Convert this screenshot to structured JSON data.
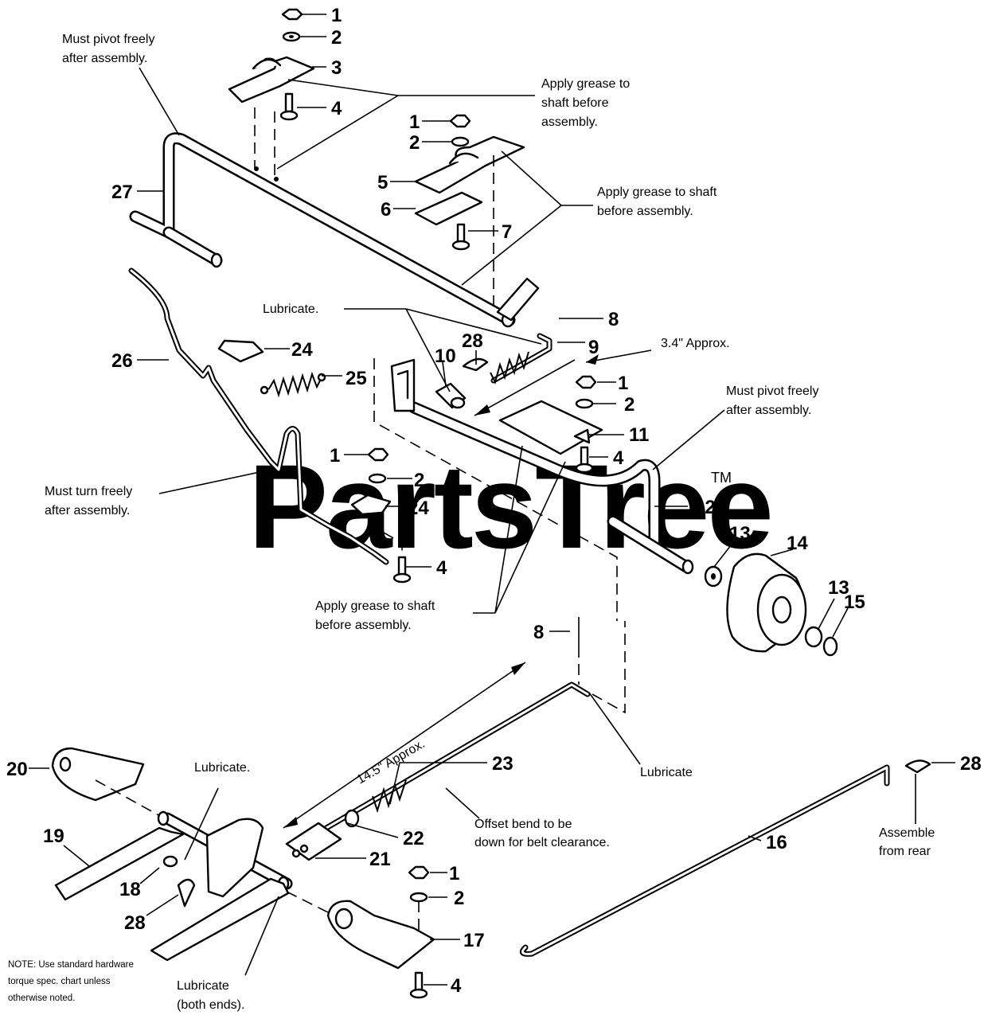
{
  "watermark": {
    "text": "PartsTree",
    "tm": "TM"
  },
  "notes": {
    "pivot_27_l1": "Must pivot freely",
    "pivot_27_l2": "after assembly.",
    "grease_top_l1": "Apply grease to",
    "grease_top_l2": "shaft before",
    "grease_top_l3": "assembly.",
    "grease_mid_l1": "Apply grease to shaft",
    "grease_mid_l2": "before assembly.",
    "lubricate_top": "Lubricate.",
    "dim_34": "3.4\" Approx.",
    "pivot_12_l1": "Must pivot freely",
    "pivot_12_l2": "after assembly.",
    "turn_26_l1": "Must turn freely",
    "turn_26_l2": "after assembly.",
    "grease_low_l1": "Apply grease to shaft",
    "grease_low_l2": "before assembly.",
    "lubricate_mid": "Lubricate.",
    "dim_145": "14.5\" Approx.",
    "lubricate_right": "Lubricate",
    "offset_l1": "Offset bend to be",
    "offset_l2": "down for belt clearance.",
    "assemble_l1": "Assemble",
    "assemble_l2": "from rear",
    "lubricate_both_l1": "Lubricate",
    "lubricate_both_l2": "(both ends).",
    "footnote_l1": "NOTE: Use standard hardware",
    "footnote_l2": "torque spec. chart unless",
    "footnote_l3": "otherwise noted."
  },
  "callouts": {
    "c1a": "1",
    "c2a": "2",
    "c3": "3",
    "c4a": "4",
    "c1b": "1",
    "c2b": "2",
    "c5": "5",
    "c6": "6",
    "c7": "7",
    "c27": "27",
    "c8a": "8",
    "c9": "9",
    "c10": "10",
    "c28a": "28",
    "c24a": "24",
    "c25": "25",
    "c26": "26",
    "c1c": "1",
    "c2c": "2",
    "c11": "11",
    "c4b": "4",
    "c12": "12",
    "c1d": "1",
    "c2d": "2",
    "c24b": "24",
    "c4c": "4",
    "c13a": "13",
    "c14": "14",
    "c13b": "13",
    "c15": "15",
    "c8b": "8",
    "c23": "23",
    "c20": "20",
    "c19": "19",
    "c22": "22",
    "c21": "21",
    "c18": "18",
    "c28b": "28",
    "c1e": "1",
    "c2e": "2",
    "c17": "17",
    "c4d": "4",
    "c16": "16",
    "c28c": "28"
  }
}
